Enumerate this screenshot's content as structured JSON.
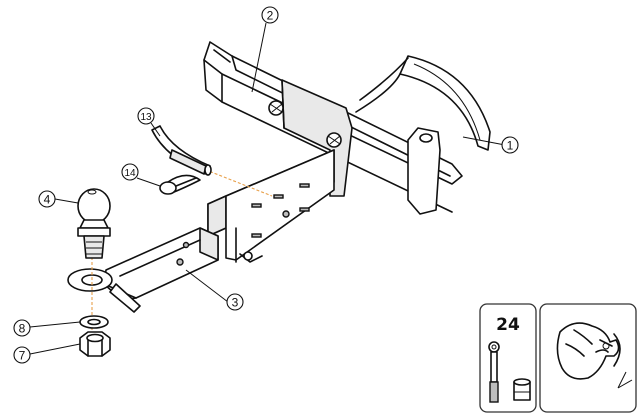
{
  "callouts": [
    {
      "id": "1",
      "label": "1",
      "part": "crossbar-bracket"
    },
    {
      "id": "2",
      "label": "2",
      "part": "chassis-frame-rail"
    },
    {
      "id": "3",
      "label": "3",
      "part": "drawbar"
    },
    {
      "id": "4",
      "label": "4",
      "part": "tow-ball"
    },
    {
      "id": "7",
      "label": "7",
      "part": "hex-nut"
    },
    {
      "id": "8",
      "label": "8",
      "part": "spring-washer"
    },
    {
      "id": "13",
      "label": "13",
      "part": "locking-pin"
    },
    {
      "id": "14",
      "label": "14",
      "part": "r-clip"
    }
  ],
  "torque_panel": {
    "value": "24",
    "icons": [
      "torque-wrench-icon",
      "socket-icon"
    ]
  },
  "hand_panel": {
    "icons": [
      "hand-tighten-icon"
    ]
  }
}
